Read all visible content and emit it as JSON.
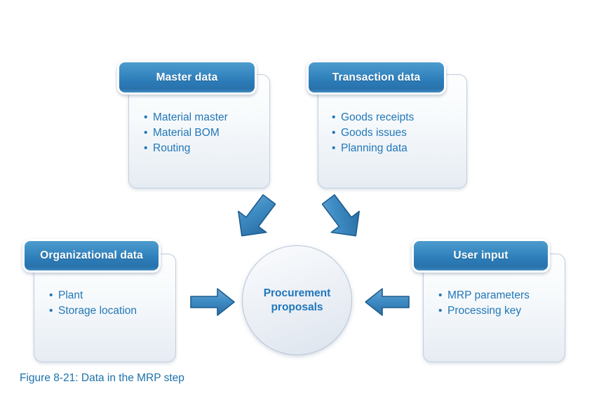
{
  "figure": {
    "caption": "Figure 8-21: Data in the MRP step",
    "caption_color": "#1b72ab",
    "background": "#ffffff"
  },
  "theme": {
    "header_blue_top": "#4e9ccd",
    "header_blue_bottom": "#2a72ac",
    "body_light": "#fdfefe",
    "body_shade": "#e6ecf3",
    "bullet_text_color": "#2277b8",
    "center_text_color": "#1f76bb",
    "arrow_fill_light": "#5c9fd0",
    "arrow_fill_dark": "#2e79b4",
    "arrow_stroke": "#1d5d8f",
    "border_color": "#c3cedd"
  },
  "center": {
    "label": "Procurement\nproposals",
    "shape": "circle"
  },
  "cards": [
    {
      "id": "master-data",
      "title": "Master data",
      "items": [
        "Material master",
        "Material BOM",
        "Routing"
      ]
    },
    {
      "id": "transaction-data",
      "title": "Transaction data",
      "items": [
        "Goods receipts",
        "Goods issues",
        "Planning data"
      ]
    },
    {
      "id": "organizational-data",
      "title": "Organizational data",
      "items": [
        "Plant",
        "Storage location"
      ]
    },
    {
      "id": "user-input",
      "title": "User input",
      "items": [
        "MRP parameters",
        "Processing key"
      ]
    }
  ],
  "arrows": [
    {
      "id": "master-to-center",
      "direction": "down-right",
      "from": "master-data",
      "to": "center"
    },
    {
      "id": "transaction-to-center",
      "direction": "down-left",
      "from": "transaction-data",
      "to": "center"
    },
    {
      "id": "organizational-to-center",
      "direction": "right",
      "from": "organizational-data",
      "to": "center"
    },
    {
      "id": "user-input-to-center",
      "direction": "left",
      "from": "user-input",
      "to": "center"
    }
  ]
}
